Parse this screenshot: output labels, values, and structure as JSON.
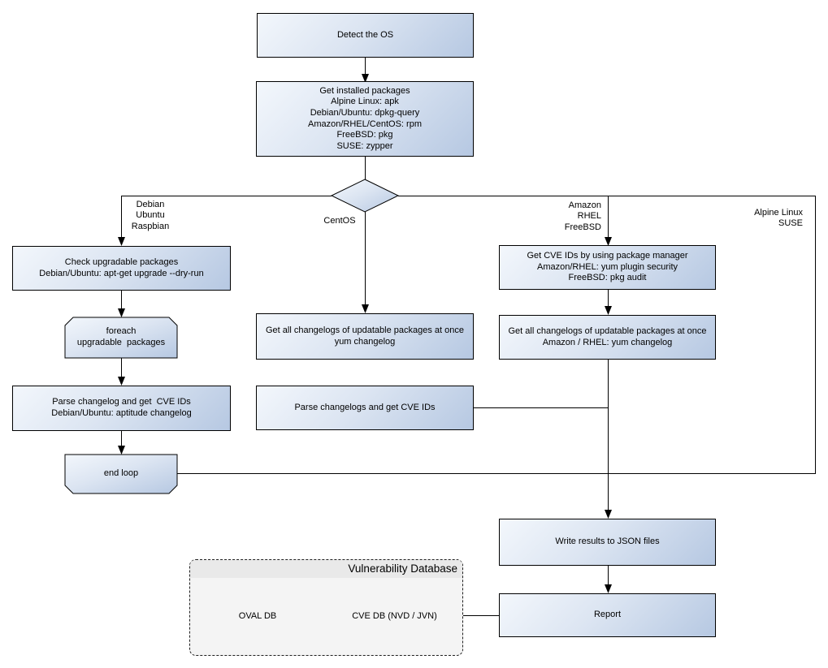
{
  "nodes": {
    "detect_os": "Detect the OS",
    "get_installed_packages": "Get installed packages\nAlpine Linux: apk\nDebian/Ubuntu: dpkg-query\nAmazon/RHEL/CentOS: rpm\nFreeBSD: pkg\nSUSE: zypper",
    "check_upgradable": "Check upgradable packages\nDebian/Ubuntu: apt-get upgrade --dry-run",
    "foreach_loop": "foreach\nupgradable  packages",
    "parse_changelog_debian": "Parse changelog and get  CVE IDs\nDebian/Ubuntu: aptitude changelog",
    "end_loop": "end loop",
    "get_changelogs_yum": "Get all changelogs of updatable packages at once\nyum changelog",
    "parse_changelogs_yum": "Parse changelogs and get CVE IDs",
    "get_cve_ids_package_manager": "Get CVE IDs by using package manager\nAmazon/RHEL: yum plugin security\nFreeBSD: pkg audit",
    "get_changelogs_amazon_rhel": "Get all changelogs of updatable packages at once\nAmazon / RHEL: yum changelog",
    "write_results": "Write results to JSON files",
    "report": "Report"
  },
  "branch_labels": {
    "debian": "Debian\nUbuntu\nRaspbian",
    "centos": "CentOS",
    "amazon": "Amazon\nRHEL\nFreeBSD",
    "alpine": "Alpine Linux\nSUSE"
  },
  "database": {
    "title": "Vulnerability Database",
    "oval_db": "OVAL DB",
    "cve_db": "CVE DB (NVD / JVN)"
  },
  "colors": {
    "node_gradient_start": "#f3f7fc",
    "node_gradient_end": "#b6c8e2",
    "node_border": "#000000",
    "connector": "#000000",
    "container_fill": "#f4f4f4",
    "container_header": "#e9e9e9"
  }
}
